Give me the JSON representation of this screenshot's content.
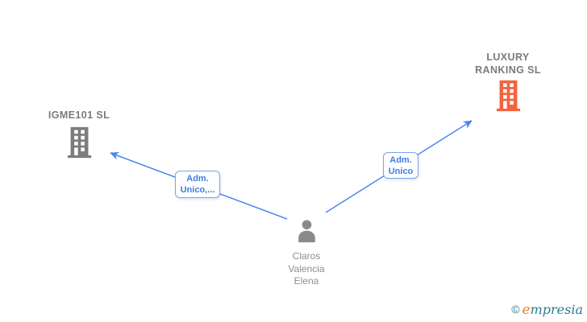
{
  "diagram": {
    "type": "company-relations-graph",
    "nodes": {
      "company_left": {
        "kind": "company",
        "label": "IGME101 SL"
      },
      "company_right": {
        "kind": "company",
        "label_lines": [
          "LUXURY",
          "RANKING SL"
        ]
      },
      "person": {
        "kind": "person",
        "label_lines": [
          "Claros",
          "Valencia",
          "Elena"
        ]
      }
    },
    "edges": {
      "to_company_left": {
        "from": "Claros Valencia Elena",
        "to": "IGME101 SL",
        "label_lines": [
          "Adm.",
          "Unico,..."
        ]
      },
      "to_company_right": {
        "from": "Claros Valencia Elena",
        "to": "LUXURY RANKING SL",
        "label_lines": [
          "Adm.",
          "Unico"
        ]
      }
    }
  },
  "colors": {
    "edge_blue": "#4d86f0",
    "edge_label_text": "#3f7de0",
    "edge_label_border": "#78a3e8",
    "company_text_gray": "#7b7b7b",
    "person_text_gray": "#8f8f8f",
    "building_gray": "#7d7d7d",
    "building_orange": "#f4633c",
    "person_gray": "#8a8a8a",
    "logo_teal": "#2a7d8e",
    "logo_orange": "#f0831e"
  },
  "watermark": {
    "copyright_symbol": "©",
    "brand_initial": "e",
    "brand_rest": "mpresia"
  }
}
